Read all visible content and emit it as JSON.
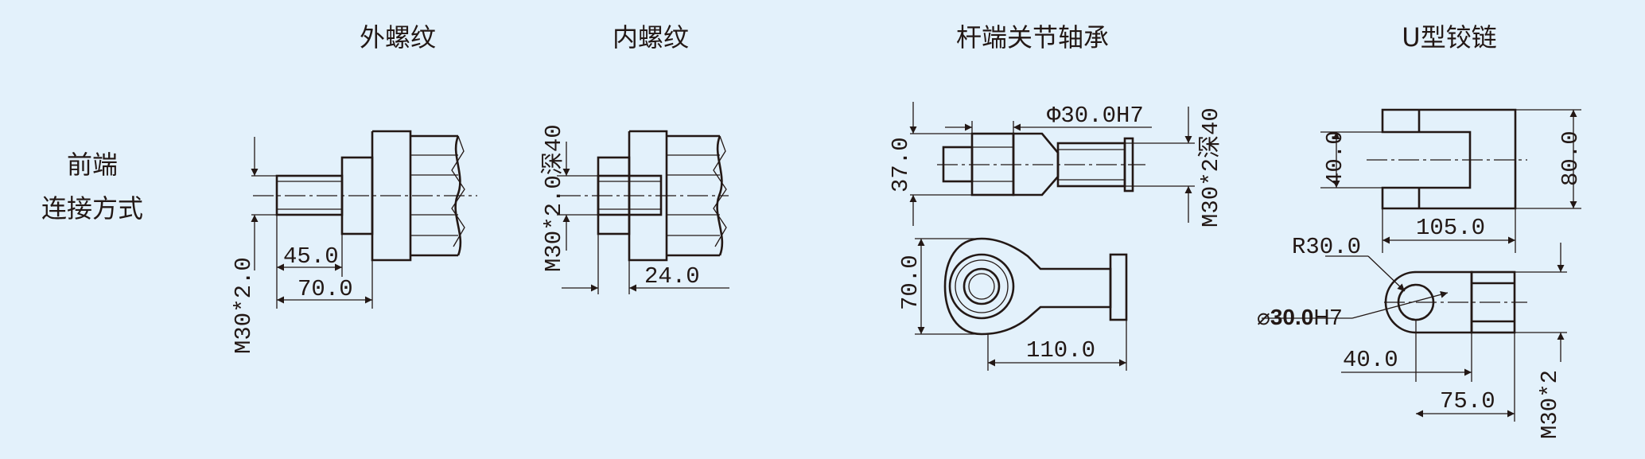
{
  "headers": {
    "external_thread": "外螺纹",
    "internal_thread": "内螺纹",
    "rod_end_bearing": "杆端关节轴承",
    "u_clevis": "U型铰链"
  },
  "row_label": {
    "line1": "前端",
    "line2": "连接方式"
  },
  "external_thread": {
    "thread_spec": "M30*2.0",
    "length_short": "45.0",
    "length_long": "70.0"
  },
  "internal_thread": {
    "thread_spec": "M30*2.0深40",
    "depth": "24.0"
  },
  "rod_end_bearing": {
    "bore": "Φ30.0H7",
    "thread_spec": "M30*2深40",
    "height_top": "37.0",
    "height_bottom": "70.0",
    "length": "110.0"
  },
  "u_clevis": {
    "gap": "40.0",
    "height": "80.0",
    "width": "105.0",
    "radius": "R30.0",
    "bore_prefix": "⌀",
    "bore_bold": "30.0",
    "bore_suffix": "H7",
    "offset": "40.0",
    "length": "75.0",
    "thread_spec": "M30*2"
  },
  "colors": {
    "background": "#e3f1fb",
    "line": "#231815"
  }
}
